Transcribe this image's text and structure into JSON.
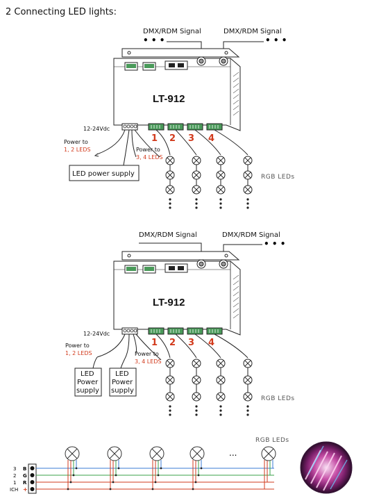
{
  "section_title": "2 Connecting LED lights:",
  "dmx_signal_label": "DMX/RDM Signal",
  "model": "LT-912",
  "voltage": "12-24Vdc",
  "ports": [
    "1",
    "2",
    "3",
    "4"
  ],
  "power_to_12": {
    "prefix": "Power to",
    "value": "1, 2 LEDS"
  },
  "power_to_34": {
    "prefix": "Power to",
    "value": "3, 4 LEDS"
  },
  "psu_single": "LED power supply",
  "psu_double_lines": [
    "LED",
    "Power",
    "supply"
  ],
  "rgb_leds_label": "RGB LEDs",
  "ellipsis": "...",
  "strip_pins": [
    {
      "label": "3",
      "letter": "B",
      "color": "#3a7bd5"
    },
    {
      "label": "2",
      "letter": "G",
      "color": "#3aa24a"
    },
    {
      "label": "1",
      "letter": "R",
      "color": "#d23a1c"
    },
    {
      "label": "ICH",
      "letter": "+",
      "color": "#d23a1c"
    }
  ],
  "colors": {
    "accent_red": "#d23a1c",
    "line": "#222222"
  },
  "icons": [
    "led-bulb-icon",
    "rgb-led-photo"
  ]
}
